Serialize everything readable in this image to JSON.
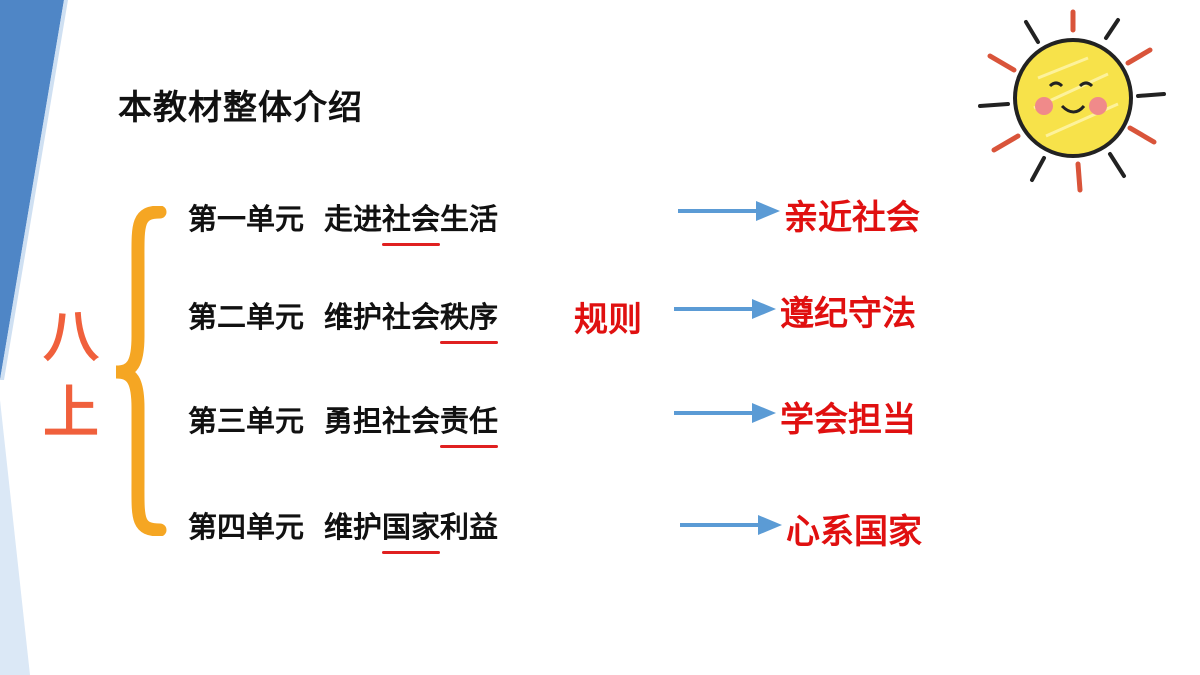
{
  "slide": {
    "title": "本教材整体介绍",
    "grade_label": [
      "八",
      "上"
    ],
    "rules_word": "规则",
    "units": [
      {
        "unit": "第一单元",
        "name_pre": "走进",
        "name_ul": "社会",
        "name_post": "生活",
        "result": "亲近社会"
      },
      {
        "unit": "第二单元",
        "name_pre": "维护社会",
        "name_ul": "秩序",
        "name_post": "",
        "result": "遵纪守法"
      },
      {
        "unit": "第三单元",
        "name_pre": "勇担社会",
        "name_ul": "责任",
        "name_post": "",
        "result": "学会担当"
      },
      {
        "unit": "第四单元",
        "name_pre": "维护",
        "name_ul": "国家",
        "name_post": "利益",
        "result": "心系国家"
      }
    ]
  },
  "colors": {
    "accent_blue": "#4f86c6",
    "grade_orange": "#f0603c",
    "brace_orange": "#f5a623",
    "result_red": "#e01010",
    "arrow_blue": "#5b9bd5",
    "sun_yellow": "#f7e24a"
  },
  "icons": [
    "sun-icon",
    "arrow-right-icon",
    "curly-brace"
  ]
}
